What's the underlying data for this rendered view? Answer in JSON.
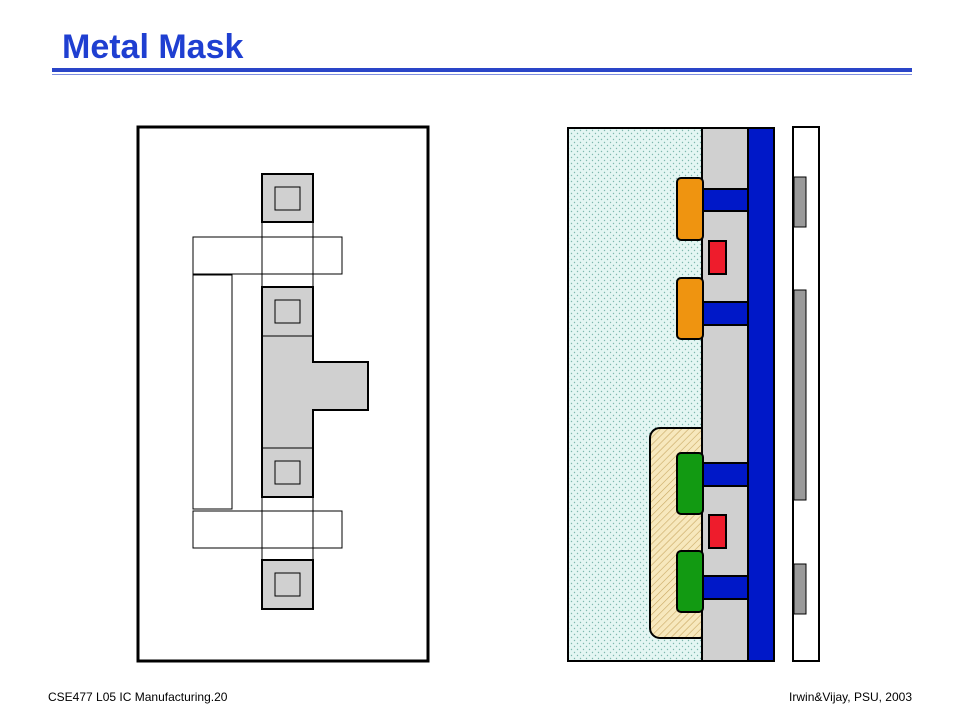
{
  "slide": {
    "title": "Metal Mask"
  },
  "footer": {
    "left": "CSE477  L05 IC Manufacturing.20",
    "right": "Irwin&Vijay, PSU, 2003"
  },
  "colors": {
    "title_blue": "#1f3fd1",
    "metal_blue": "#0018c8",
    "polysilicon_gray": "#d0d0d0",
    "contact_gray": "#9a9a9a",
    "orange_region": "#ef9410",
    "green_region": "#129a12",
    "red_region": "#ee1c2c",
    "oxide_dots": "#dff3f0",
    "well_hatch": "#f6e6b8"
  }
}
